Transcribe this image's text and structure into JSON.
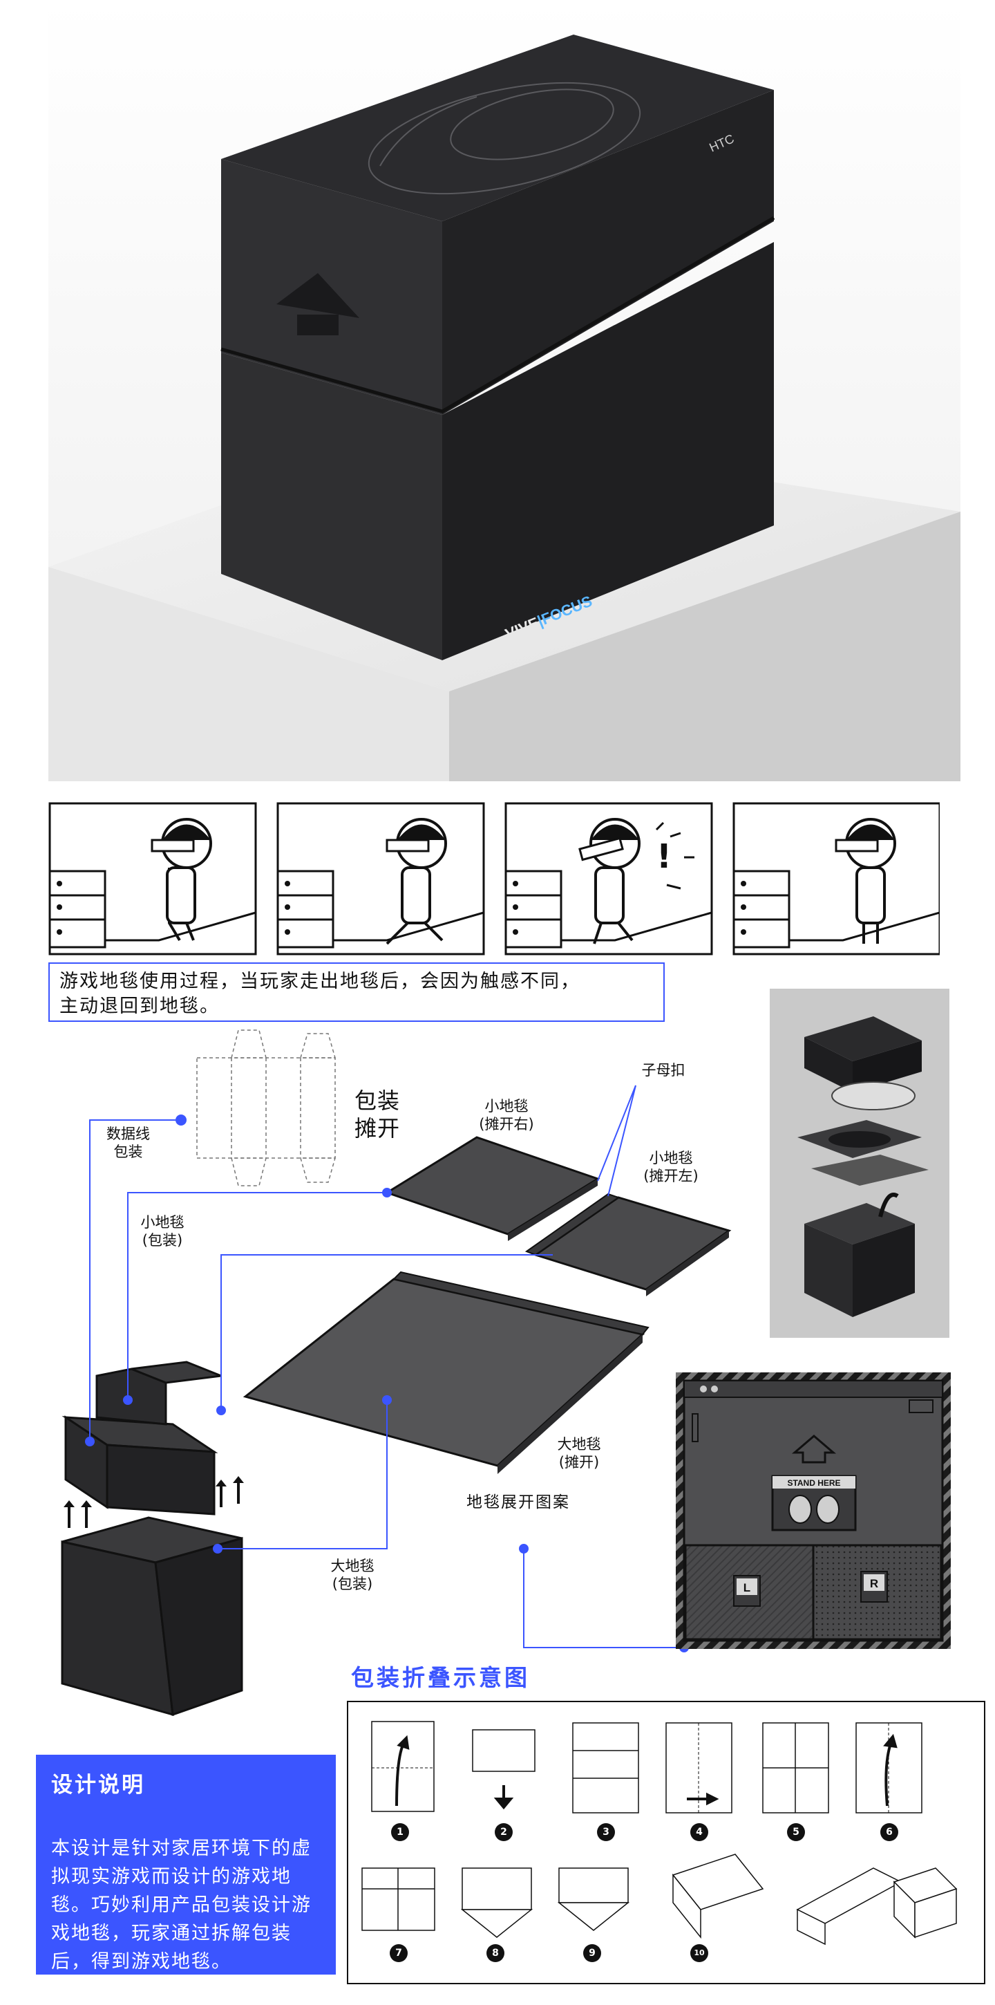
{
  "hero": {
    "brand_logo": "HTC",
    "product_logo_a": "VIVE",
    "product_logo_b": "FOCUS"
  },
  "caption": {
    "line1": "游戏地毯使用过程，当玩家走出地毯后，会因为触感不同，",
    "line2": "主动退回到地毯。"
  },
  "diagram": {
    "packaging_unfold": "包装\n摊开",
    "cable_pack": "数据线\n包装",
    "small_mat_pack": "小地毯\n(包装)",
    "small_mat_right": "小地毯\n(摊开右)",
    "small_mat_left": "小地毯\n(摊开左)",
    "snap": "子母扣",
    "large_mat_open": "大地毯\n(摊开)",
    "large_mat_pack": "大地毯\n(包装)",
    "mat_pattern": "地毯展开图案"
  },
  "mat": {
    "stand_here": "STAND HERE",
    "left_key": "L",
    "right_key": "R"
  },
  "fold": {
    "title": "包装折叠示意图",
    "steps": [
      "1",
      "2",
      "3",
      "4",
      "5",
      "6",
      "7",
      "8",
      "9",
      "10"
    ]
  },
  "design": {
    "title": "设计说明",
    "text": "本设计是针对家居环境下的虚拟现实游戏而设计的游戏地毯。巧妙利用产品包装设计游戏地毯，玩家通过拆解包装后，得到游戏地毯。"
  },
  "colors": {
    "accent": "#3b55ff",
    "dark": "#2b2b2d",
    "mat_gray": "#555557"
  }
}
